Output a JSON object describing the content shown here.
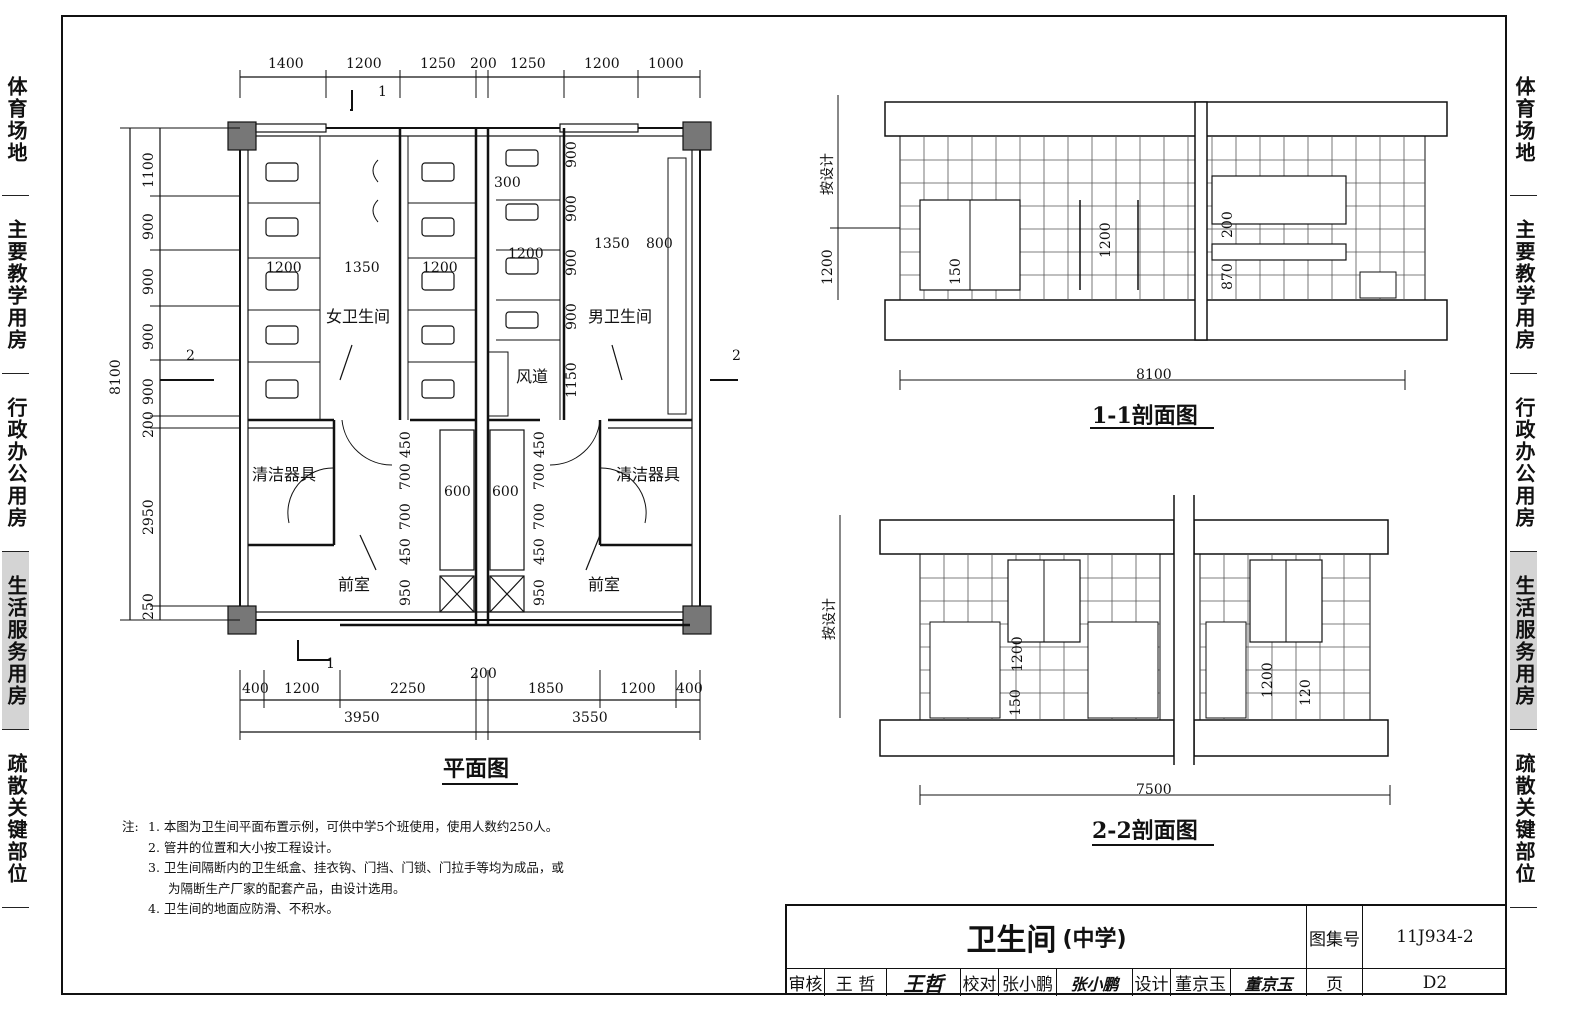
{
  "side_tabs": [
    {
      "label": "体育场地",
      "active": false
    },
    {
      "label": "主要教学用房",
      "active": false
    },
    {
      "label": "行政办公用房",
      "active": false
    },
    {
      "label": "生活服务用房",
      "active": true
    },
    {
      "label": "疏散关键部位",
      "active": false
    }
  ],
  "plan": {
    "title": "平面图",
    "top_dims": [
      "1400",
      "1200",
      "1250",
      "200",
      "1250",
      "1200",
      "1000"
    ],
    "left_dims": [
      "1100",
      "900",
      "900",
      "900",
      "900",
      "200",
      "2950",
      "250"
    ],
    "overall_height": "8100",
    "bottom_dims_row1": [
      "400",
      "1200",
      "2250",
      "200",
      "1850",
      "1200",
      "400"
    ],
    "bottom_dims_row2": [
      "3950",
      "3550"
    ],
    "inner_dims": [
      "1200",
      "1350",
      "1200",
      "1200",
      "300",
      "1350",
      "800",
      "900",
      "900",
      "900",
      "900",
      "1150",
      "450",
      "700",
      "700",
      "450",
      "950",
      "600",
      "600",
      "450",
      "700",
      "700",
      "450",
      "950"
    ],
    "section_marks": [
      "1",
      "1",
      "2",
      "2"
    ],
    "room_labels": {
      "women": "女卫生间",
      "men": "男卫生间",
      "duct": "风道",
      "cleaning_left": "清洁器具",
      "cleaning_right": "清洁器具",
      "vestibule_left": "前室",
      "vestibule_right": "前室"
    }
  },
  "section1": {
    "title": "1-1剖面图",
    "width_dim": "8100",
    "height_label": "按设计",
    "dims": [
      "1200",
      "150",
      "1200",
      "200",
      "870"
    ]
  },
  "section2": {
    "title": "2-2剖面图",
    "width_dim": "7500",
    "height_label": "按设计",
    "dims": [
      "1200",
      "150",
      "1200",
      "120"
    ]
  },
  "notes": {
    "label": "注:",
    "items": [
      "1. 本图为卫生间平面布置示例，可供中学5个班使用，使用人数约250人。",
      "2. 管井的位置和大小按工程设计。",
      "3. 卫生间隔断内的卫生纸盒、挂衣钩、门挡、门锁、门拉手等均为成品，或",
      "为隔断生产厂家的配套产品，由设计选用。",
      "4. 卫生间的地面应防滑、不积水。"
    ]
  },
  "title_block": {
    "title": "卫生间",
    "subtitle": "(中学)",
    "atlas_label": "图集号",
    "atlas_no": "11J934-2",
    "page_label": "页",
    "page_no": "D2",
    "review_label": "审核",
    "reviewer": "王 哲",
    "reviewer_sig": "王哲",
    "check_label": "校对",
    "checker": "张小鹏",
    "checker_sig": "张小鹏",
    "design_label": "设计",
    "designer": "董京玉",
    "designer_sig": "董京玉"
  }
}
